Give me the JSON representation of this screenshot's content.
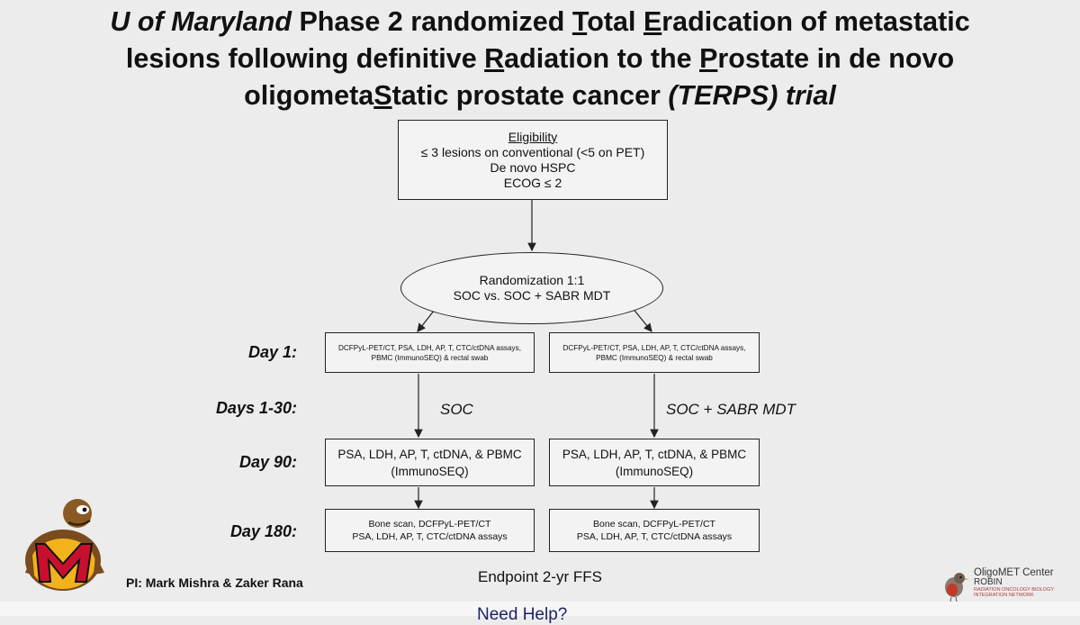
{
  "title": {
    "line1": {
      "a": "U of Maryland",
      "b": " Phase 2 randomized ",
      "c": "T",
      "d": "otal ",
      "e": "E",
      "f": "radication of metastatic"
    },
    "line2": {
      "a": "lesions following definitive ",
      "b": "R",
      "c": "adiation to the ",
      "d": "P",
      "e": "rostate in de novo"
    },
    "line3": {
      "a": "oligometa",
      "b": "S",
      "c": "tatic prostate cancer ",
      "d": "(TERPS) trial"
    }
  },
  "eligibility": {
    "heading": "Eligibility",
    "lines": [
      "≤ 3 lesions on conventional (<5 on PET)",
      "De novo HSPC",
      "ECOG ≤ 2"
    ]
  },
  "randomization": {
    "line1": "Randomization 1:1",
    "line2": "SOC vs. SOC + SABR MDT"
  },
  "row_labels": {
    "day1": "Day 1:",
    "days1_30": "Days 1-30:",
    "day90": "Day 90:",
    "day180": "Day 180:"
  },
  "arms": {
    "left_label": "SOC",
    "right_label": "SOC + SABR MDT",
    "day1_text": "DCFPyL-PET/CT, PSA, LDH, AP, T, CTC/ctDNA assays, PBMC (ImmunoSEQ) & rectal swab",
    "day90_line1": "PSA, LDH, AP, T, ctDNA, & PBMC",
    "day90_line2": "(ImmunoSEQ)",
    "day180_line1": "Bone scan, DCFPyL-PET/CT",
    "day180_line2": "PSA, LDH, AP, T, CTC/ctDNA assays"
  },
  "pi": "PI: Mark Mishra & Zaker Rana",
  "endpoint": "Endpoint 2-yr FFS",
  "logo_right": {
    "title": "OligoMET Center",
    "name": "ROBIN",
    "sub1": "RADIATION ONCOLOGY BIOLOGY",
    "sub2": "INTEGRATION NETWORK"
  },
  "footer": {
    "help": "Need Help?"
  },
  "colors": {
    "background": "#ececec",
    "text": "#111111",
    "maryland_red": "#c8102e",
    "maryland_gold": "#f2b21b",
    "help_link": "#1c1f6b"
  }
}
